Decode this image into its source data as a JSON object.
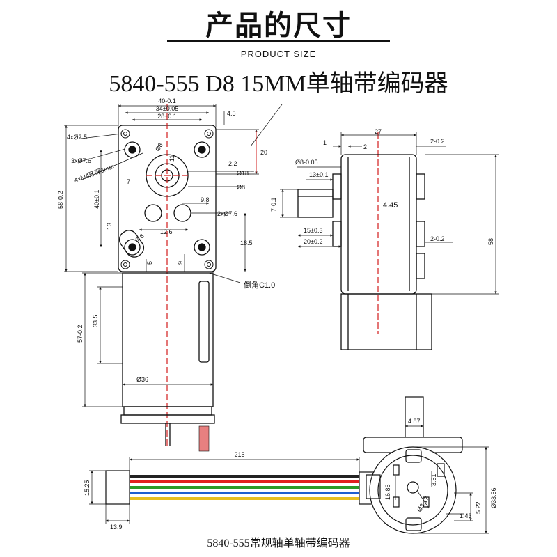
{
  "header": {
    "title": "产品的尺寸",
    "subtitle": "PRODUCT SIZE",
    "model": "5840-555 D8 15MM单轴带编码器"
  },
  "footer": {
    "caption": "5840-555常规轴单轴带编码器"
  },
  "front_view": {
    "top_dims": [
      "40-0.1",
      "34±0.05",
      "28±0.1"
    ],
    "right_dims": [
      "4.5",
      "20",
      "2.2",
      "Ø18.5",
      "Ø8",
      "9.8",
      "2xØ7.6",
      "18.5"
    ],
    "left_dims": [
      "4xØ2.5",
      "3xØ7.6",
      "4xM4牙深6mm",
      "58-0.2",
      "40±0.1",
      "7",
      "13",
      "Ø8",
      "11"
    ],
    "bottom_dims": [
      "7.6",
      "12.6",
      "5",
      "9"
    ],
    "chamfer": "倒角C1.0",
    "motor_dims": [
      "33.5",
      "57-0.2",
      "Ø36"
    ]
  },
  "side_view": {
    "dims": [
      "1",
      "27",
      "2",
      "2-0.2",
      "Ø8-0.05",
      "13±0.1",
      "7-0.1",
      "4.45",
      "15±0.3",
      "20±0.2",
      "2-0.2",
      "58"
    ]
  },
  "cable_view": {
    "dims": [
      "215",
      "15.25",
      "13.9"
    ],
    "wire_colors": [
      "#222222",
      "#e02020",
      "#2a9a2a",
      "#1f5fd0",
      "#e8c020",
      "#ffffff"
    ]
  },
  "encoder_view": {
    "dims": [
      "4.87",
      "3.51",
      "16.86",
      "Ø3.17",
      "1.43",
      "5.22",
      "Ø33.56"
    ]
  },
  "colors": {
    "centerline": "#d21b1b",
    "line": "#111111",
    "cable_red": "#e88080"
  }
}
